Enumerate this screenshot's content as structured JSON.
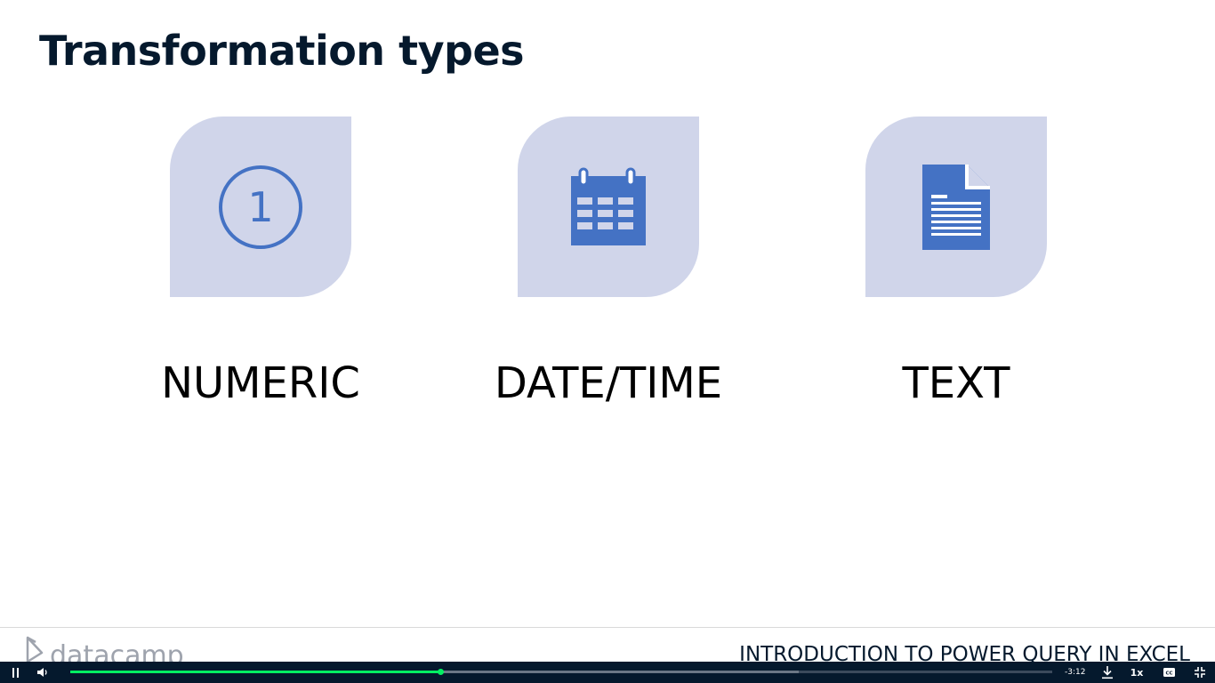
{
  "slide": {
    "title": "Transformation types",
    "categories": [
      {
        "label": "NUMERIC",
        "icon": "number-one-circle-icon",
        "numeral": "1"
      },
      {
        "label": "DATE/TIME",
        "icon": "calendar-icon"
      },
      {
        "label": "TEXT",
        "icon": "document-icon"
      }
    ],
    "tile_color": "#d0d5ea",
    "icon_color": "#4472c4"
  },
  "footer": {
    "brand": "datacamp",
    "course_title": "INTRODUCTION TO POWER QUERY IN EXCEL"
  },
  "player": {
    "state": "playing",
    "time_remaining": "-3:12",
    "speed": "1x",
    "progress_fraction": 0.377,
    "buffered_fraction": 0.742,
    "accent_color": "#03ef62",
    "bar_color": "#05192d"
  }
}
